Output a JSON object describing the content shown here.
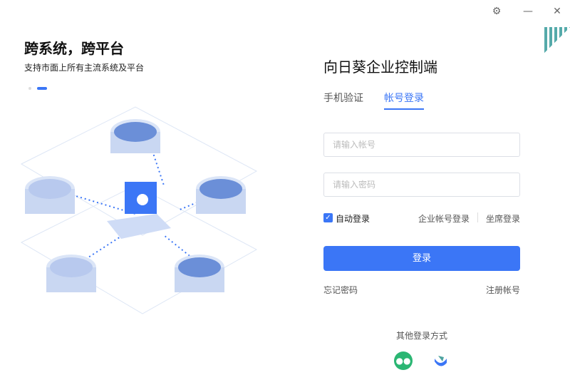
{
  "left": {
    "title": "跨系统，跨平台",
    "subtitle": "支持市面上所有主流系统及平台",
    "carousel": {
      "count": 2,
      "active": 1
    }
  },
  "window": {
    "settings_icon": "gear-icon",
    "minimize_icon": "minus-icon",
    "close_icon": "close-icon"
  },
  "app": {
    "title": "向日葵企业控制端"
  },
  "tabs": [
    {
      "label": "手机验证",
      "active": false
    },
    {
      "label": "帐号登录",
      "active": true
    }
  ],
  "form": {
    "account_placeholder": "请输入帐号",
    "account_value": "",
    "password_placeholder": "请输入密码",
    "password_value": "",
    "auto_login_label": "自动登录",
    "auto_login_checked": true,
    "enterprise_login": "企业帐号登录",
    "agent_login": "坐席登录",
    "login_button": "登录",
    "forgot_password": "忘记密码",
    "register": "注册帐号"
  },
  "other": {
    "label": "其他登录方式",
    "methods": [
      {
        "icon": "wechat-icon",
        "color": "#2bb673"
      },
      {
        "icon": "dingtalk-icon",
        "color": "#3b76f6"
      }
    ]
  },
  "colors": {
    "accent": "#3b76f6"
  }
}
